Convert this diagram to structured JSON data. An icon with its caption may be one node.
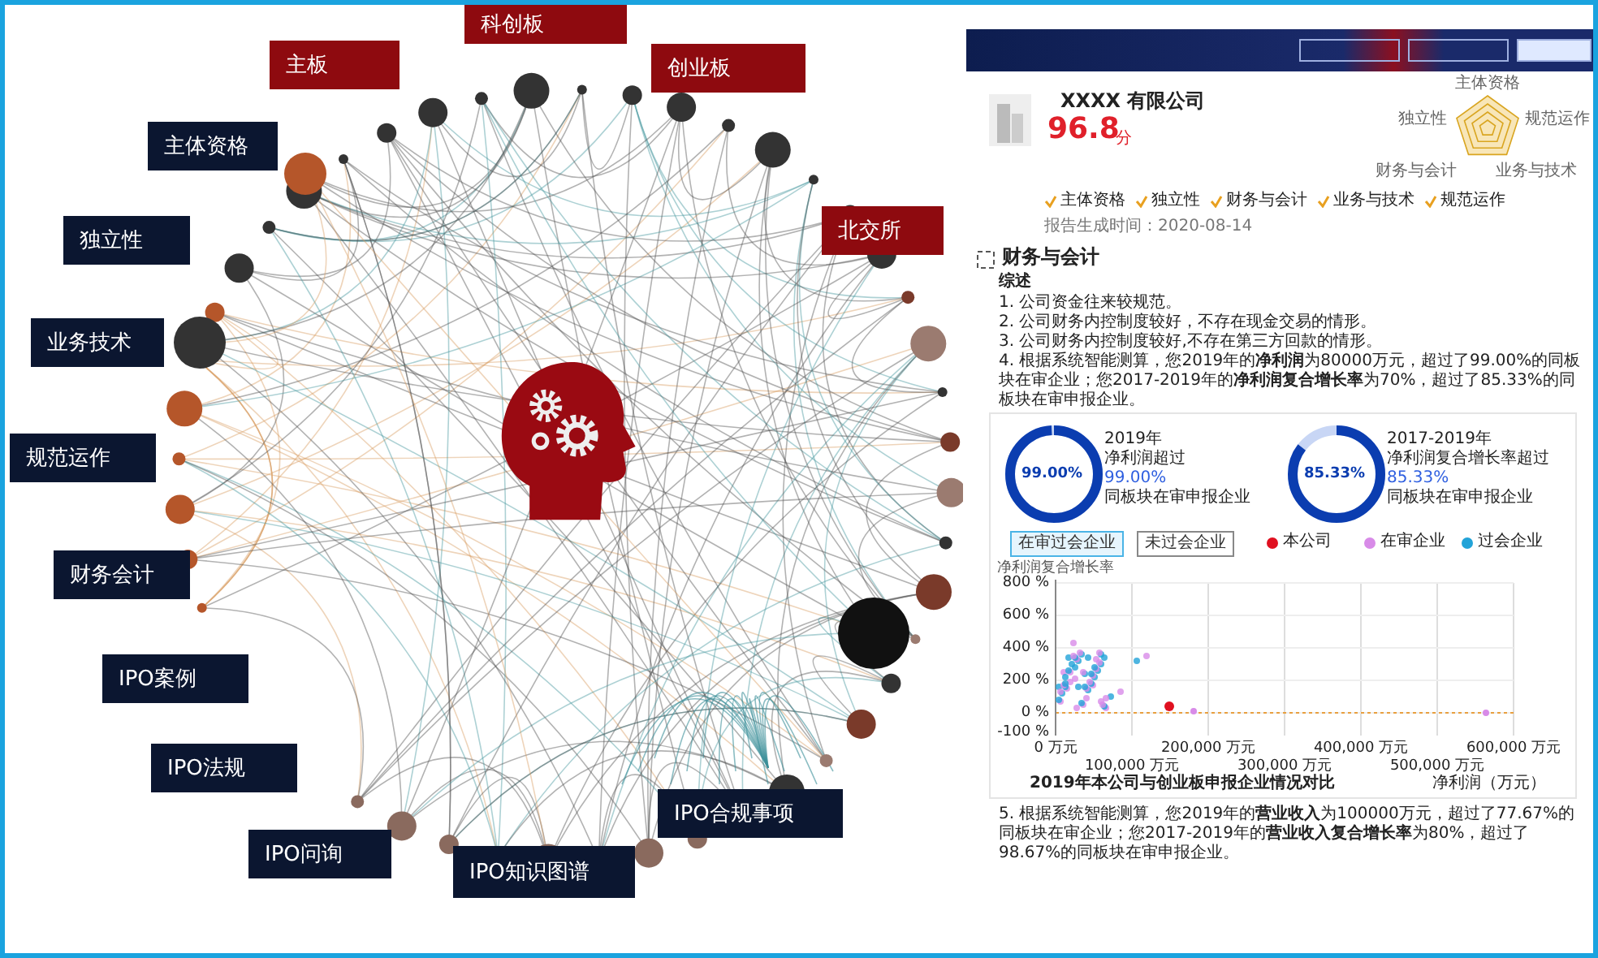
{
  "diagram": {
    "nodes": [
      {
        "text": [
          "主板"
        ]
      },
      {
        "text": [
          "科创板"
        ]
      },
      {
        "text": [
          "创业板"
        ]
      },
      {
        "text": [
          "主体资格"
        ]
      },
      {
        "text": [
          "北交所"
        ]
      },
      {
        "text": [
          "独立性"
        ]
      },
      {
        "text": [
          "业务技术"
        ]
      },
      {
        "text": [
          "规范运作"
        ]
      },
      {
        "text": [
          "财务会计"
        ]
      },
      {
        "text": [
          "IPO案例"
        ]
      },
      {
        "text": [
          "IPO法规"
        ]
      },
      {
        "text": [
          "IPO问询"
        ]
      },
      {
        "text": [
          "IPO知识图谱"
        ]
      },
      {
        "text": [
          "IPO合规事项"
        ]
      }
    ],
    "labels": [
      "XXXX 有限公司",
      "96.8",
      "分",
      "主体资格",
      "独立性",
      "财务与会计",
      "业务与技术",
      "规范运作",
      "报告生成时间：2020-08-14",
      "主体资格",
      "独立性",
      "规范运作",
      "财务与会计",
      "业务与技术",
      "财务与会计",
      "综述",
      "1. 公司资金往来较规范。",
      "2. 公司财务内控制度较好，不存在现金交易的情形。",
      "3. 公司财务内控制度较好,不存在第三方回款的情形。",
      "4. 根据系统智能测算，您2019年的**净利润**为80000万元，超过了99.00%的同板块在审企业；您2017-2019年的**净利润复合增长率**为70%，超过了85.33%的同板块在审申报企业。",
      "99.00%",
      "2019年",
      "净利润超过",
      "99.00%",
      "同板块在审申报企业",
      "85.33%",
      "2017-2019年",
      "净利润复合增长率超过",
      "85.33%",
      "同板块在审申报企业",
      "在审过会企业",
      "未过会企业",
      "本公司",
      "在审企业",
      "过会企业",
      "净利润复合增长率",
      "800 %",
      "600 %",
      "400 %",
      "200 %",
      "0 %",
      "-100 %",
      "0 万元",
      "100,000 万元",
      "200,000 万元",
      "300,000 万元",
      "400,000 万元",
      "500,000 万元",
      "600,000 万元",
      "2019年本公司与创业板申报企业情况对比",
      "净利润（万元）",
      "5. 根据系统智能测算，您2019年的**营业收入**为100000万元，超过了77.67%的同板块在审企业；您2017-2019年的**营业收入复合增长率**为80%，超过了98.67%的同板块在审申报企业。"
    ]
  }
}
